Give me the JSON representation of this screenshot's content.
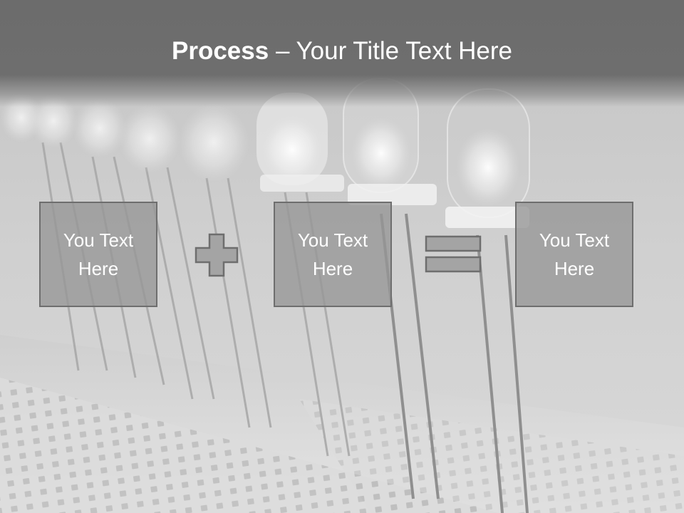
{
  "slide": {
    "title_bold": "Process",
    "title_rest": " – Your Title Text Here",
    "boxes": [
      {
        "text": "You Text Here"
      },
      {
        "text": "You Text Here"
      },
      {
        "text": "You Text Here"
      }
    ],
    "operators": [
      "plus-icon",
      "equals-icon"
    ],
    "colors": {
      "title_bar": "#6c6c6c",
      "box_fill": "#969696",
      "box_border": "#6e6e6e",
      "text": "#ffffff"
    },
    "background": "grayscale photo of LEDs on breadboard"
  }
}
